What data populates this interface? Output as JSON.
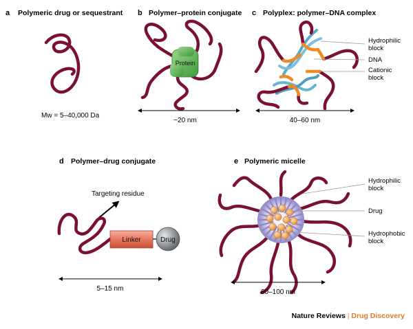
{
  "panels": {
    "a": {
      "letter": "a",
      "title": "Polymeric drug or sequestrant",
      "mw": "Mw = 5–40,000 Da"
    },
    "b": {
      "letter": "b",
      "title": "Polymer–protein conjugate",
      "protein": "Protein",
      "size": "~20 nm"
    },
    "c": {
      "letter": "c",
      "title": "Polyplex: polymer–DNA complex",
      "hydrophilic": [
        "Hydrophilic",
        "block"
      ],
      "dna": "DNA",
      "cationic": [
        "Cationic",
        "block"
      ],
      "size": "40–60 nm"
    },
    "d": {
      "letter": "d",
      "title": "Polymer–drug conjugate",
      "targeting": "Targeting residue",
      "linker": "Linker",
      "drug": "Drug",
      "size": "5–15 nm"
    },
    "e": {
      "letter": "e",
      "title": "Polymeric micelle",
      "hydrophilic": [
        "Hydrophilic",
        "block"
      ],
      "drug": "Drug",
      "hydrophobic": [
        "Hydrophobic",
        "block"
      ],
      "size": "60–100 nm"
    }
  },
  "footer": {
    "journal": "Nature Reviews",
    "separator": " | ",
    "section": "Drug Discovery"
  },
  "colors": {
    "polymer": "#7a1035",
    "cationic": "#f08a24",
    "protein": "#5cb85c",
    "linker": "#e8765e",
    "drug": "#8a8f94",
    "micelle_core": "#8e86c6",
    "drug_bead": "#f0a050",
    "footer_accent": "#e8782a",
    "leader_line": "#999999"
  }
}
